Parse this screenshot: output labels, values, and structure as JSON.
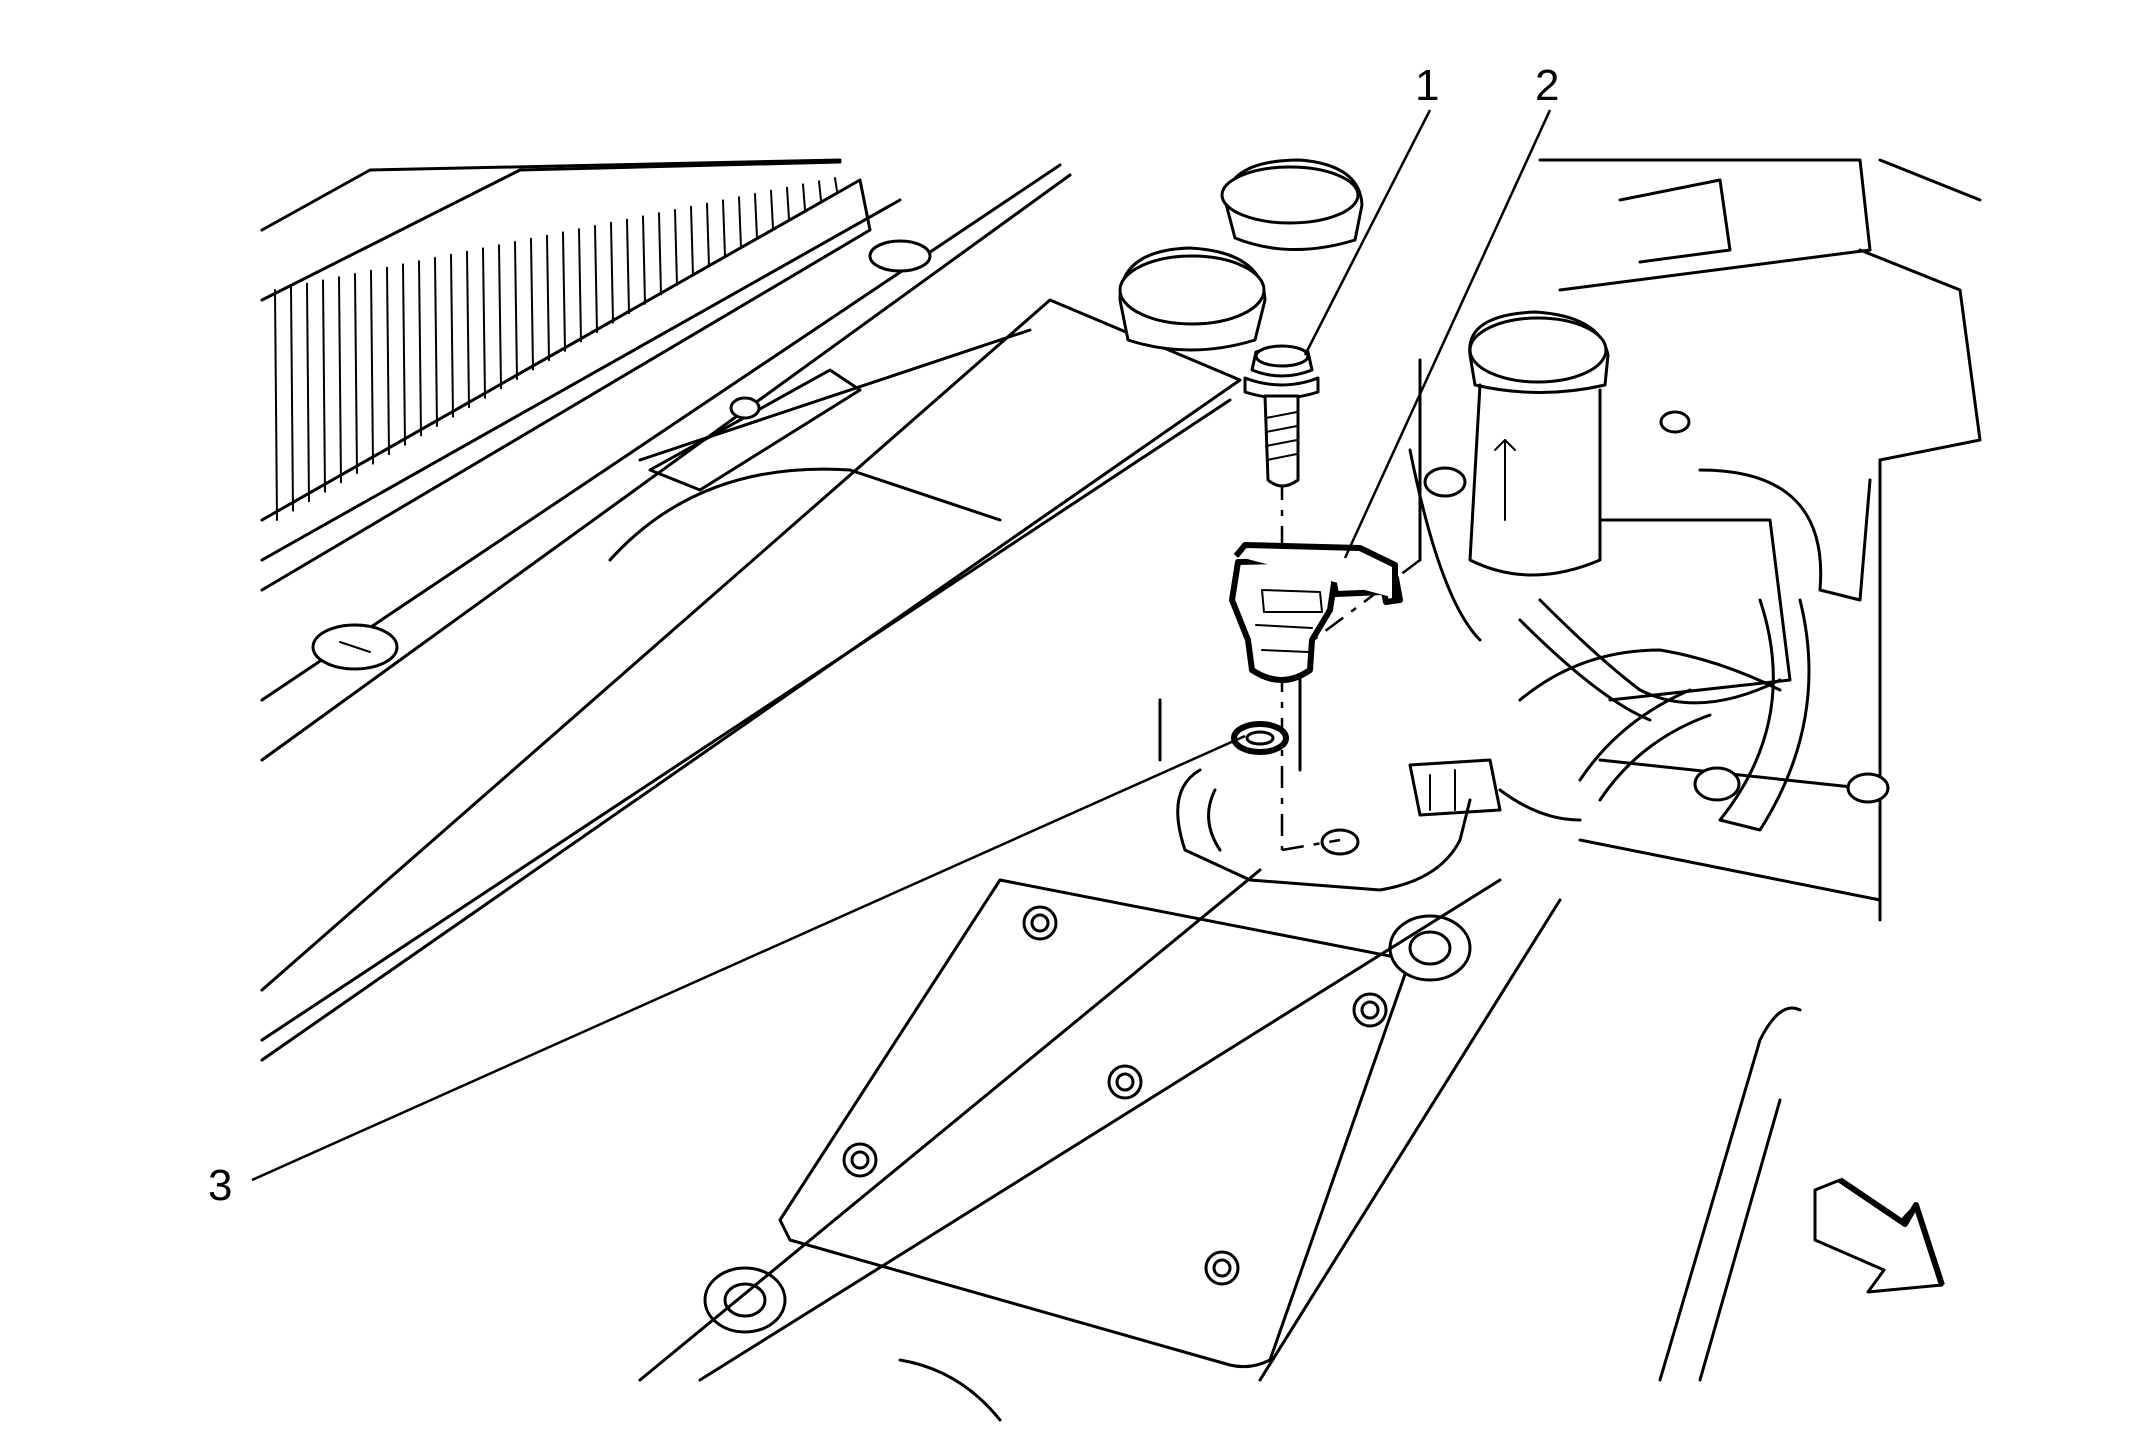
{
  "figure": {
    "callouts": [
      {
        "id": "callout-1",
        "number": "1"
      },
      {
        "id": "callout-2",
        "number": "2"
      },
      {
        "id": "callout-3",
        "number": "3"
      }
    ],
    "view_direction_icon": "forward-arrow-icon"
  }
}
